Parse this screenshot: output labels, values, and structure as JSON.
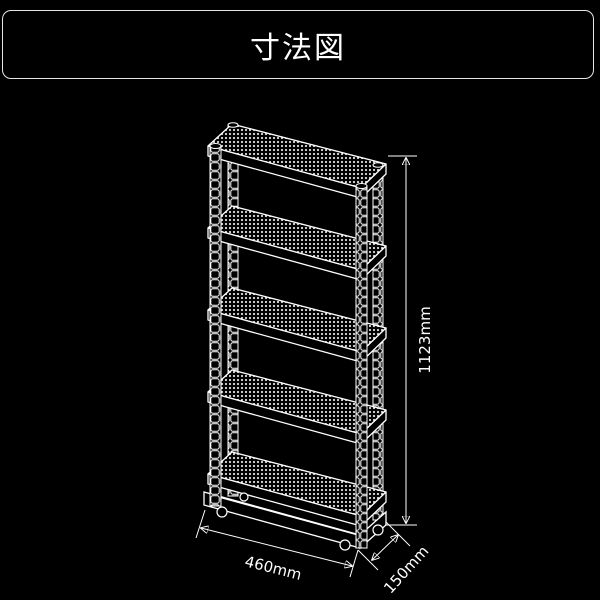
{
  "header": {
    "title": "寸法図"
  },
  "diagram": {
    "subject": "5-tier slim wire shelf rack on casters",
    "tiers": 5,
    "dimensions": {
      "height": "1123mm",
      "width": "460mm",
      "depth": "150mm"
    }
  },
  "colors": {
    "background": "#000000",
    "line": "#ffffff",
    "border": "#e6e6e6"
  }
}
